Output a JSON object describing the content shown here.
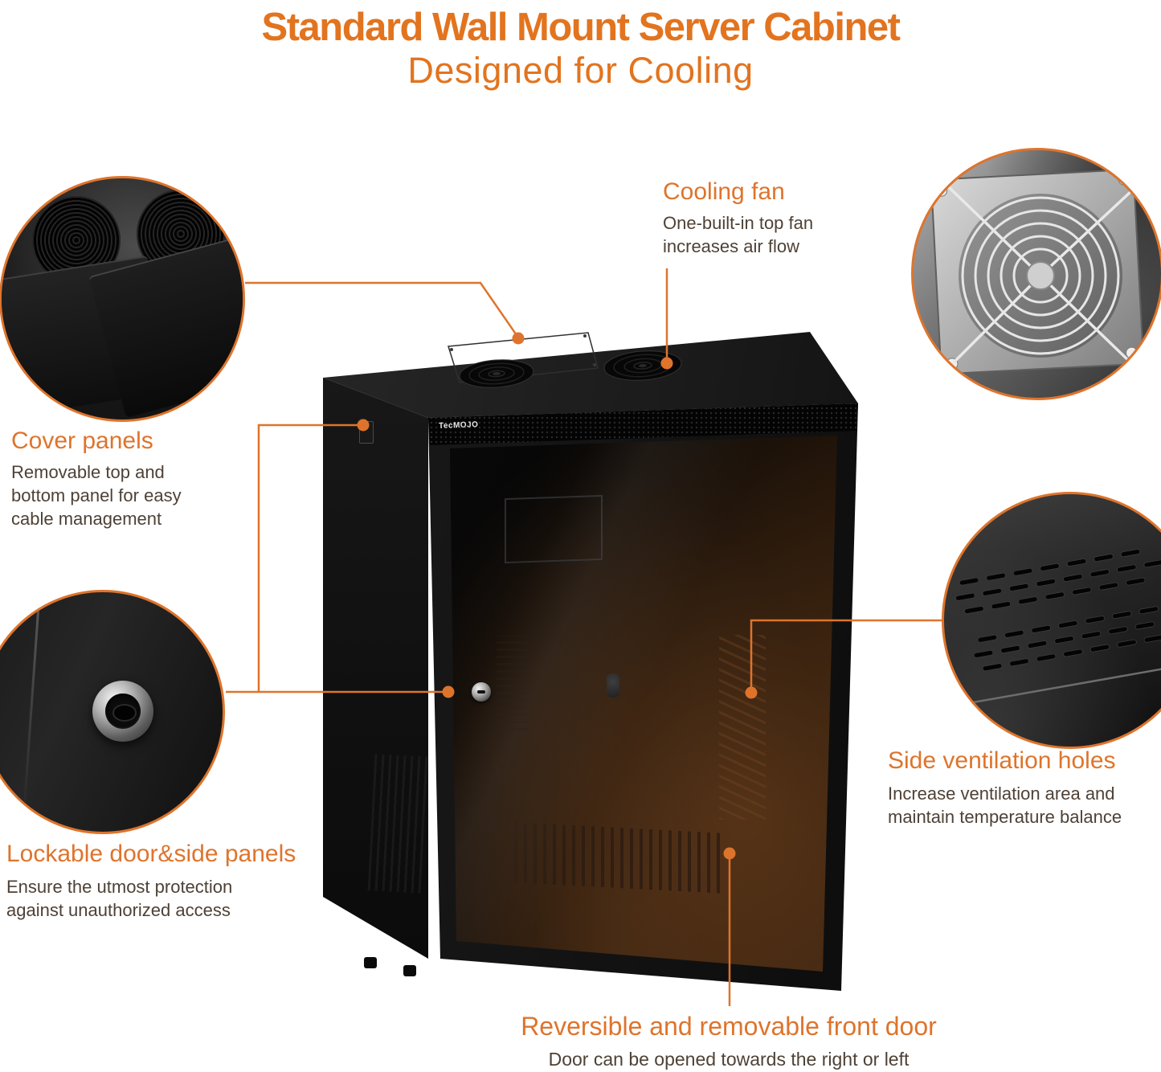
{
  "header": {
    "title": "Standard Wall Mount Server Cabinet",
    "subtitle": "Designed for Cooling"
  },
  "brand": "TecMOJO",
  "callouts": {
    "cooling_fan": {
      "heading": "Cooling fan",
      "body": "One-built-in top fan increases air flow"
    },
    "cover_panels": {
      "heading": "Cover panels",
      "body": "Removable top and bottom panel for easy cable management"
    },
    "lockable_door": {
      "heading": "Lockable door&side panels",
      "body": "Ensure the utmost protection against unauthorized access"
    },
    "side_ventilation": {
      "heading": "Side ventilation holes",
      "body": "Increase ventilation area and maintain temperature balance"
    },
    "front_door": {
      "heading": "Reversible and removable front door",
      "body": "Door can be opened towards the right or left"
    }
  },
  "colors": {
    "accent": "#DE742C",
    "body_text": "#4E4136",
    "cabinet": "#111111"
  }
}
